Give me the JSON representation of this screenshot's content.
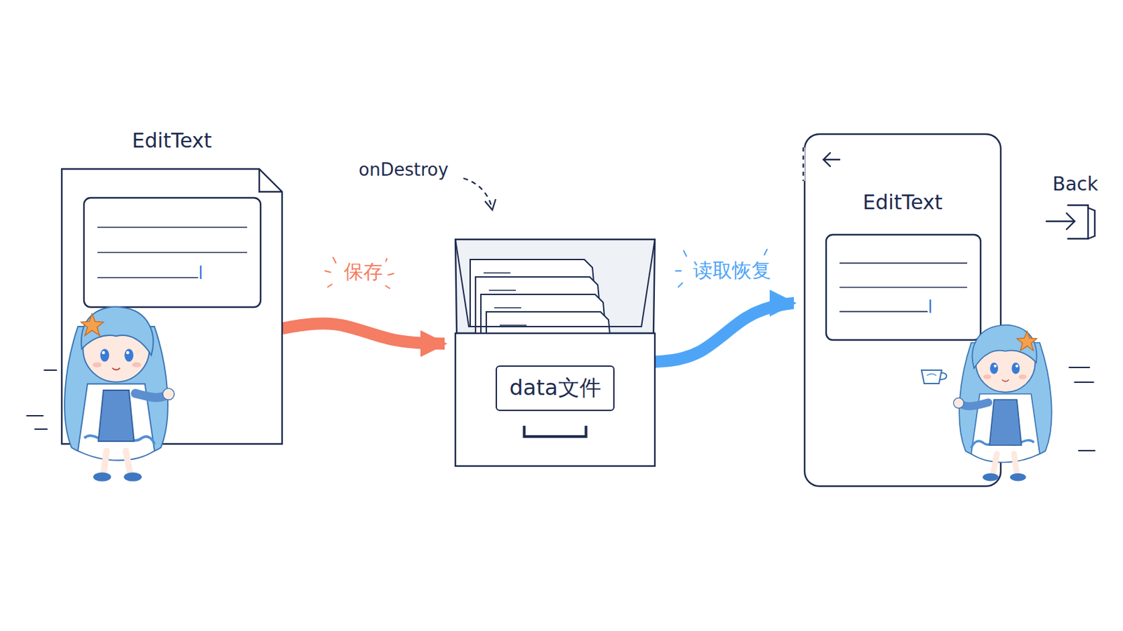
{
  "diagram": {
    "nodes": [
      {
        "text": [
          "EditText"
        ]
      },
      {
        "text": [
          "data文件"
        ]
      },
      {
        "text": [
          "EditText"
        ]
      }
    ],
    "edges": [
      {
        "from": 0,
        "to": 1,
        "arrow": "to",
        "label": "保存"
      },
      {
        "from": 1,
        "to": 2,
        "arrow": "to",
        "label": "读取恢复"
      }
    ],
    "labels": [
      "onDestroy",
      "Back"
    ]
  }
}
